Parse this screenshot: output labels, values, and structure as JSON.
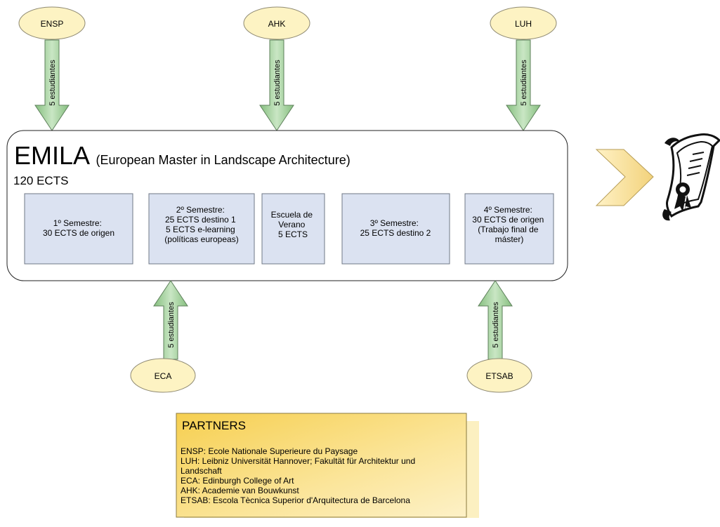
{
  "partners_top": [
    {
      "code": "ENSP",
      "arrow_label": "5 estudiantes"
    },
    {
      "code": "AHK",
      "arrow_label": "5 estudiantes"
    },
    {
      "code": "LUH",
      "arrow_label": "5 estudiantes"
    }
  ],
  "partners_bottom": [
    {
      "code": "ECA",
      "arrow_label": "5 estudiantes"
    },
    {
      "code": "ETSAB",
      "arrow_label": "5 estudiantes"
    }
  ],
  "program": {
    "acronym": "EMILA",
    "full_name": "(European Master in Landscape Architecture)",
    "credits": "120 ECTS"
  },
  "semesters": [
    {
      "lines": [
        "1º Semestre:",
        "30 ECTS de origen"
      ]
    },
    {
      "lines": [
        "2º Semestre:",
        "25 ECTS destino 1",
        "5 ECTS e-learning",
        "(políticas europeas)"
      ]
    },
    {
      "lines": [
        "Escuela de",
        "Verano",
        "5 ECTS"
      ]
    },
    {
      "lines": [
        "3º Semestre:",
        "25 ECTS destino 2"
      ]
    },
    {
      "lines": [
        "4º Semestre:",
        "30 ECTS de origen",
        "(Trabajo final de",
        "máster)"
      ]
    }
  ],
  "legend": {
    "title": "PARTNERS",
    "lines": [
      "ENSP: Ecole Nationale Superieure du Paysage",
      "LUH: Leibniz Universität Hannover; Fakultät für Architektur und",
      "Landschaft",
      "ECA: Edinburgh College of Art",
      "AHK: Academie van Bouwkunst",
      "ETSAB: Escola Tècnica Superior d'Arquitectura de Barcelona"
    ]
  },
  "colors": {
    "ellipse_fill": "#fdf3c3",
    "ellipse_stroke": "#8f8a73",
    "arrow_fill": "#a9d3a1",
    "arrow_stroke": "#5d7f5a",
    "semester_fill": "#dbe2f1",
    "semester_stroke": "#6f7886",
    "legend_fill": "#f9d96b",
    "legend_shadow": "#fbe9a6",
    "chevron_fill": "#fce8a8",
    "chevron_stroke": "#b79d57"
  },
  "icons": {
    "output": "diploma-certificate-icon"
  }
}
